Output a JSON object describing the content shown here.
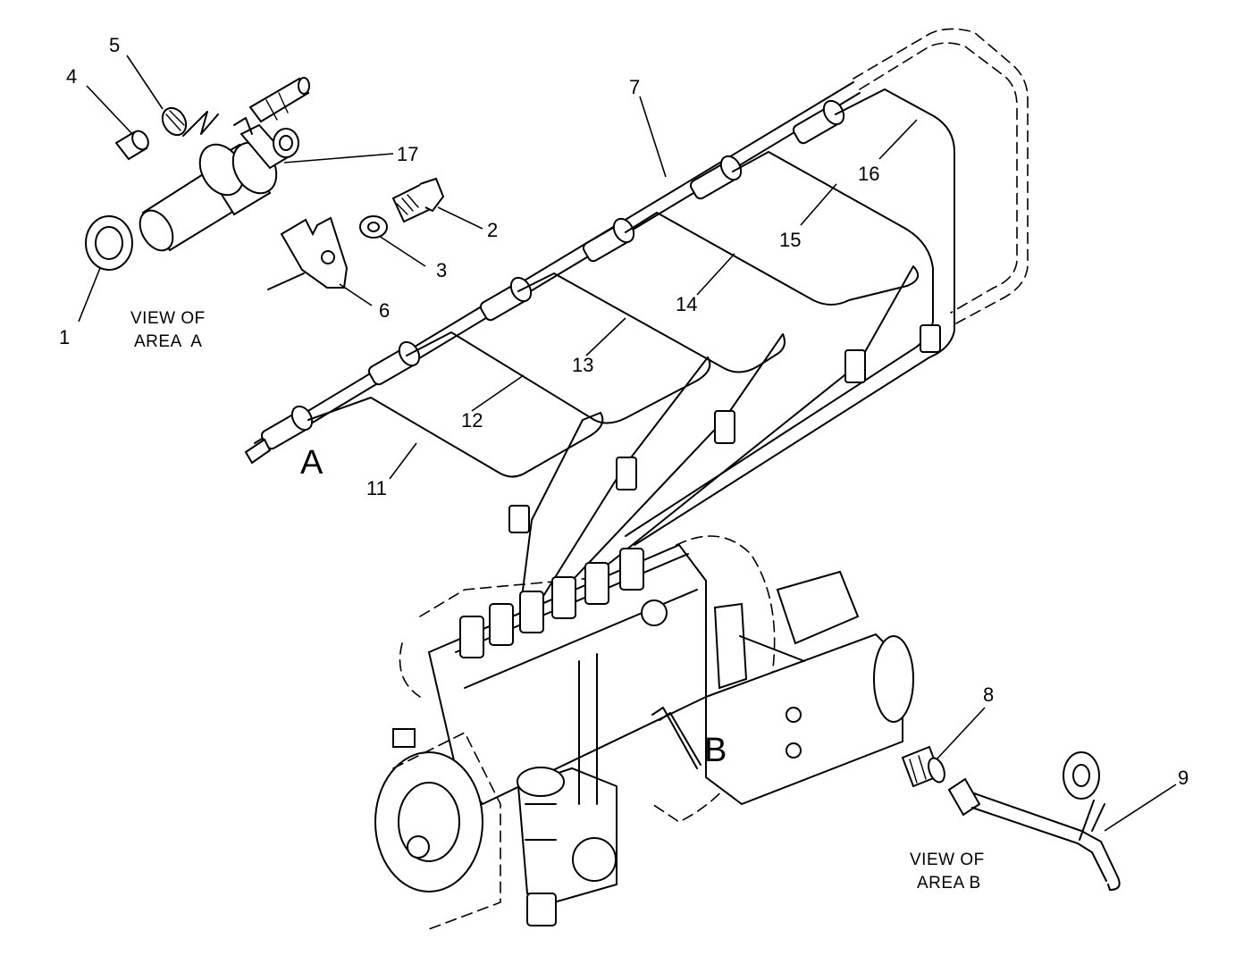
{
  "callouts": {
    "c1": "1",
    "c2": "2",
    "c3": "3",
    "c4": "4",
    "c5": "5",
    "c6": "6",
    "c7": "7",
    "c8": "8",
    "c9": "9",
    "c11": "11",
    "c12": "12",
    "c13": "13",
    "c14": "14",
    "c15": "15",
    "c16": "16",
    "c17": "17"
  },
  "area_a": {
    "letter": "A",
    "caption_line1": "VIEW OF",
    "caption_line2": "AREA  A"
  },
  "area_b": {
    "letter": "B",
    "caption_line1": "VIEW OF",
    "caption_line2": "AREA B"
  }
}
